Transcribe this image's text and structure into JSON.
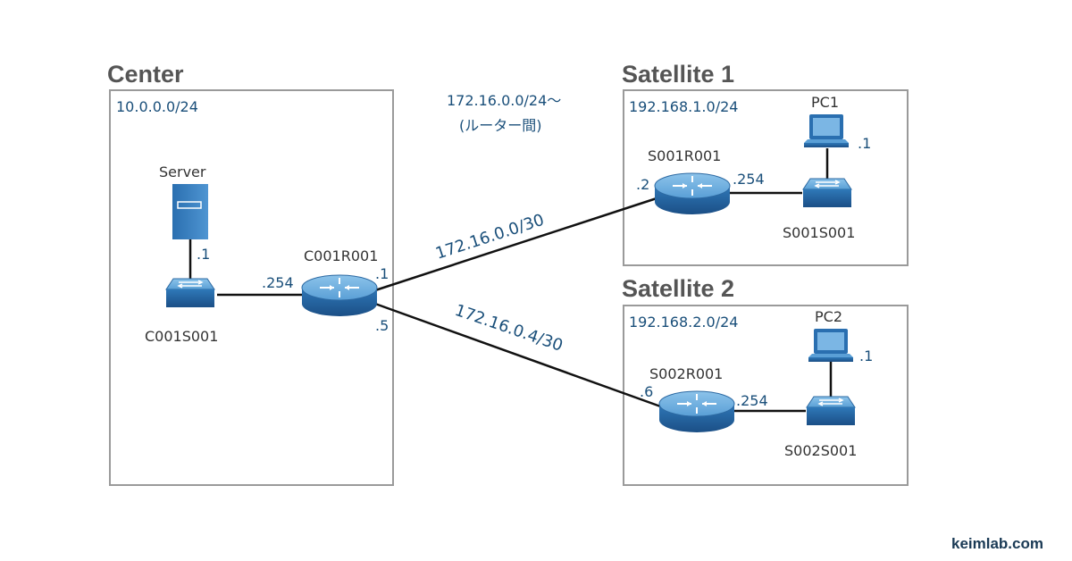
{
  "zones": {
    "center": {
      "title": "Center",
      "subnet": "10.0.0.0/24"
    },
    "satellite1": {
      "title": "Satellite 1",
      "subnet": "192.168.1.0/24"
    },
    "satellite2": {
      "title": "Satellite 2",
      "subnet": "192.168.2.0/24"
    }
  },
  "note": {
    "line1": "172.16.0.0/24～",
    "line2": "(ルーター間)"
  },
  "devices": {
    "server": {
      "label": "Server",
      "ip": ".1"
    },
    "c001s001": {
      "label": "C001S001"
    },
    "c001r001": {
      "label": "C001R001",
      "ip_lan": ".254",
      "ip_wan1": ".1",
      "ip_wan2": ".5"
    },
    "s001r001": {
      "label": "S001R001",
      "ip_wan": ".2",
      "ip_lan": ".254"
    },
    "s001s001": {
      "label": "S001S001"
    },
    "pc1": {
      "label": "PC1",
      "ip": ".1"
    },
    "s002r001": {
      "label": "S002R001",
      "ip_wan": ".6",
      "ip_lan": ".254"
    },
    "s002s001": {
      "label": "S002S001"
    },
    "pc2": {
      "label": "PC2",
      "ip": ".1"
    }
  },
  "links": {
    "wan1": "172.16.0.0/30",
    "wan2": "172.16.0.4/30"
  },
  "brand": "keimlab.com"
}
